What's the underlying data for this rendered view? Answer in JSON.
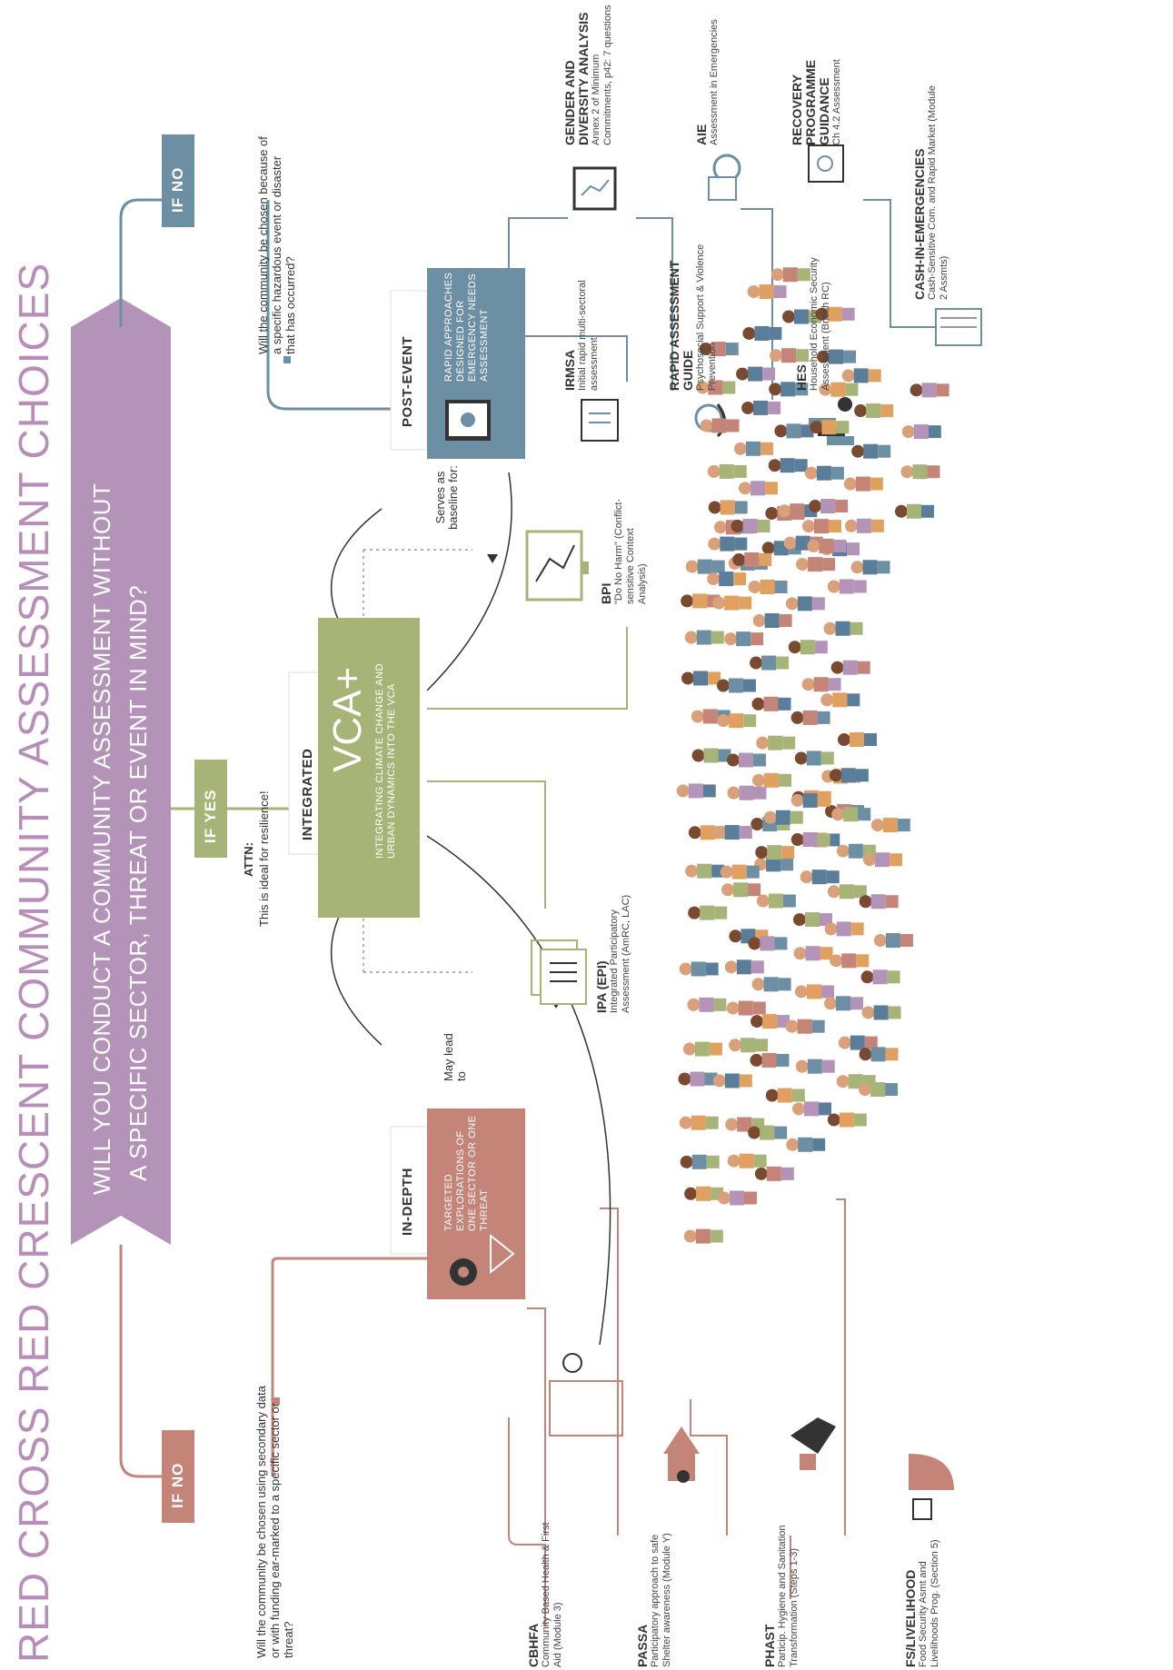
{
  "title": "RED CROSS RED CRESCENT COMMUNITY ASSESSMENT CHOICES",
  "question": {
    "line1": "WILL YOU CONDUCT A COMMUNITY ASSESSMENT WITHOUT",
    "line2": "A SPECIFIC SECTOR, THREAT OR EVENT IN MIND?"
  },
  "branches": {
    "if_no_left": "IF NO",
    "if_yes": "IF YES",
    "if_no_right": "IF NO"
  },
  "questions": {
    "left": "Will the community be chosen using secondary data or with funding ear-marked to a specific sector or threat?",
    "right": "Will the community be chosen because of a specific hazardous event or disaster that has occurred?"
  },
  "attn": {
    "line1": "ATTN:",
    "line2": "This is ideal for resilience!"
  },
  "in_depth": {
    "label": "IN-DEPTH",
    "text": "TARGETED EXPLORATIONS OF ONE SECTOR OR ONE THREAT",
    "may_lead": "May lead to"
  },
  "integrated": {
    "label": "INTEGRATED",
    "big": "VCA+",
    "text": "INTEGRATING CLIMATE CHANGE AND URBAN DYNAMICS INTO THE VCA"
  },
  "post_event": {
    "label": "POST-EVENT",
    "text": "RAPID APPROACHES DESIGNED FOR EMERGENCY NEEDS ASSESSMENT",
    "serves": "Serves as baseline for:"
  },
  "tools_indepth": [
    {
      "name": "CBHFA",
      "desc": "Community Based Health & First Aid (Module 3)",
      "icon": "stethoscope-icon"
    },
    {
      "name": "PASSA",
      "desc": "Participatory approach to safe Shelter awareness (Module Y)",
      "icon": "house-icon"
    },
    {
      "name": "PHAST",
      "desc": "Particip. Hygiene and Sanitation Transformation (Steps 1-3)",
      "icon": "hand-washing-icon"
    },
    {
      "name": "FS/LIVELIHOOD",
      "desc": "Food Security Asmt and Livelihoods Prog. (Section 5)",
      "icon": "bowl-icon"
    }
  ],
  "tools_integrated": [
    {
      "name": "IPA (EPI)",
      "desc": "Integrated Participatory Assessment (AmRC, LAC)",
      "icon": "documents-icon"
    },
    {
      "name": "BPI",
      "desc": "\"Do No Harm\" (Conflict-sensitive Context Analysis)",
      "icon": "monitor-chart-icon"
    }
  ],
  "tools_post": [
    {
      "name": "IRMSA",
      "desc": "Initial rapid multi-sectoral assessment",
      "icon": "clipboard-icon"
    },
    {
      "name": "RAPID ASSESSMENT GUIDE",
      "desc": "Psychosocial Support & Violence Prevention",
      "icon": "hands-icon"
    },
    {
      "name": "HES",
      "desc": "Household Economic Security Assessment (British RC)",
      "icon": "coins-icon"
    },
    {
      "name": "CASH-IN-EMERGENCIES",
      "desc": "Cash-Sensitive Com. and Rapid Market (Module 2 Assmts)",
      "icon": "cash-icon"
    },
    {
      "name": "GENDER AND DIVERSITY ANALYSIS",
      "desc": "Annex 2 of Minimum Commitments, p42: 7 questions",
      "icon": "monitor-icon"
    },
    {
      "name": "AIE",
      "desc": "Assessment in Emergencies",
      "icon": "gear-doc-icon"
    },
    {
      "name": "RECOVERY PROGRAMME GUIDANCE",
      "desc": "Ch 4.2 Assessment",
      "icon": "document-icon"
    }
  ],
  "colors": {
    "purple": "#b493b8",
    "terracotta": "#c48478",
    "green": "#a7b478",
    "blue": "#6d8fa3"
  }
}
